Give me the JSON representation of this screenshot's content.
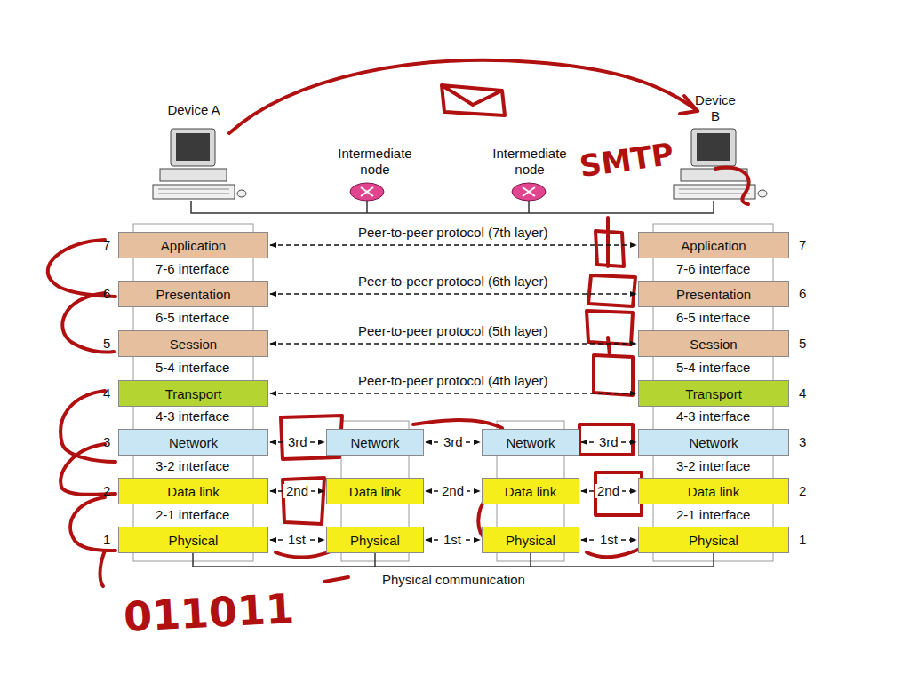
{
  "diagram": {
    "nodes": [
      {
        "text": [
          "Application"
        ]
      },
      {
        "text": [
          "Presentation"
        ]
      },
      {
        "text": [
          "Session"
        ]
      },
      {
        "text": [
          "Transport"
        ]
      },
      {
        "text": [
          "Network"
        ]
      },
      {
        "text": [
          "Data link"
        ]
      },
      {
        "text": [
          "Physical"
        ]
      },
      {
        "text": [
          "Network"
        ]
      },
      {
        "text": [
          "Data link"
        ]
      },
      {
        "text": [
          "Physical"
        ]
      },
      {
        "text": [
          "Network"
        ]
      },
      {
        "text": [
          "Data link"
        ]
      },
      {
        "text": [
          "Physical"
        ]
      },
      {
        "text": [
          "Application"
        ]
      },
      {
        "text": [
          "Presentation"
        ]
      },
      {
        "text": [
          "Session"
        ]
      },
      {
        "text": [
          "Transport"
        ]
      },
      {
        "text": [
          "Network"
        ]
      },
      {
        "text": [
          "Data link"
        ]
      },
      {
        "text": [
          "Physical"
        ]
      }
    ],
    "edges": [
      {
        "from": 0,
        "to": 13,
        "arrow": "both",
        "label": "Peer-to-peer protocol (7th layer)"
      },
      {
        "from": 1,
        "to": 14,
        "arrow": "both",
        "label": "Peer-to-peer protocol (6th layer)"
      },
      {
        "from": 2,
        "to": 15,
        "arrow": "both",
        "label": "Peer-to-peer protocol (5th layer)"
      },
      {
        "from": 3,
        "to": 16,
        "arrow": "both",
        "label": "Peer-to-peer protocol (4th layer)"
      },
      {
        "from": 4,
        "to": 7,
        "arrow": "both",
        "label": "3rd"
      },
      {
        "from": 7,
        "to": 10,
        "arrow": "both",
        "label": "3rd"
      },
      {
        "from": 10,
        "to": 17,
        "arrow": "both",
        "label": "3rd"
      },
      {
        "from": 5,
        "to": 8,
        "arrow": "both",
        "label": "2nd"
      },
      {
        "from": 8,
        "to": 11,
        "arrow": "both",
        "label": "2nd"
      },
      {
        "from": 11,
        "to": 18,
        "arrow": "both",
        "label": "2nd"
      },
      {
        "from": 6,
        "to": 9,
        "arrow": "both",
        "label": "1st"
      },
      {
        "from": 9,
        "to": 12,
        "arrow": "both",
        "label": "1st"
      },
      {
        "from": 12,
        "to": 19,
        "arrow": "both",
        "label": "1st"
      }
    ],
    "labels": [
      "Device A",
      "Device B",
      "Intermediate node",
      "Intermediate node",
      "7",
      "6",
      "5",
      "4",
      "3",
      "2",
      "1",
      "7",
      "6",
      "5",
      "4",
      "3",
      "2",
      "1",
      "7-6 interface",
      "6-5 interface",
      "5-4 interface",
      "4-3 interface",
      "3-2 interface",
      "2-1 interface",
      "7-6 interface",
      "6-5 interface",
      "5-4 interface",
      "4-3 interface",
      "3-2 interface",
      "2-1 interface",
      "Physical communication",
      "SMTP",
      "011011"
    ]
  }
}
